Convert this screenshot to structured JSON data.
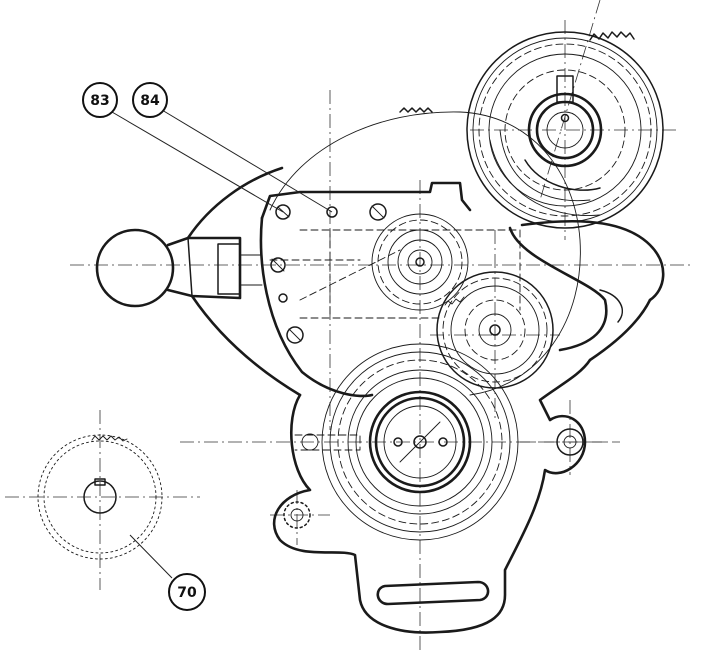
{
  "callouts": [
    {
      "id": "c83",
      "label": "83"
    },
    {
      "id": "c84",
      "label": "84"
    },
    {
      "id": "c70",
      "label": "70"
    }
  ]
}
